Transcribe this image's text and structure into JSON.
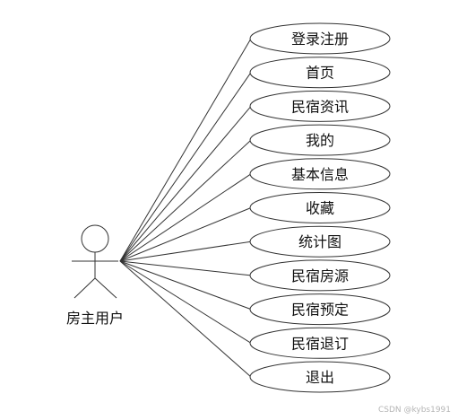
{
  "diagram": {
    "actor": {
      "label": "房主用户"
    },
    "use_cases": [
      {
        "label": "登录注册"
      },
      {
        "label": "首页"
      },
      {
        "label": "民宿资讯"
      },
      {
        "label": "我的"
      },
      {
        "label": "基本信息"
      },
      {
        "label": "收藏"
      },
      {
        "label": "统计图"
      },
      {
        "label": "民宿房源"
      },
      {
        "label": "民宿预定"
      },
      {
        "label": "民宿退订"
      },
      {
        "label": "退出"
      }
    ]
  },
  "watermark": {
    "text": "CSDN @kybs1991"
  }
}
